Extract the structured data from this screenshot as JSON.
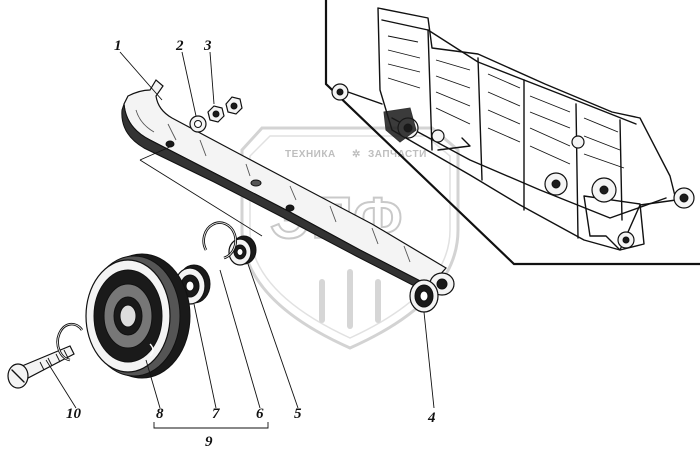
{
  "watermark": {
    "brand_left": "ТЕХНИКА",
    "brand_right": "ЗАПЧАСТИ",
    "logo_letters": "ЭПФ"
  },
  "callouts": {
    "c1": "1",
    "c2": "2",
    "c3": "3",
    "c4": "4",
    "c5": "5",
    "c6": "6",
    "c7": "7",
    "c8": "8",
    "c9": "9",
    "c10": "10"
  }
}
